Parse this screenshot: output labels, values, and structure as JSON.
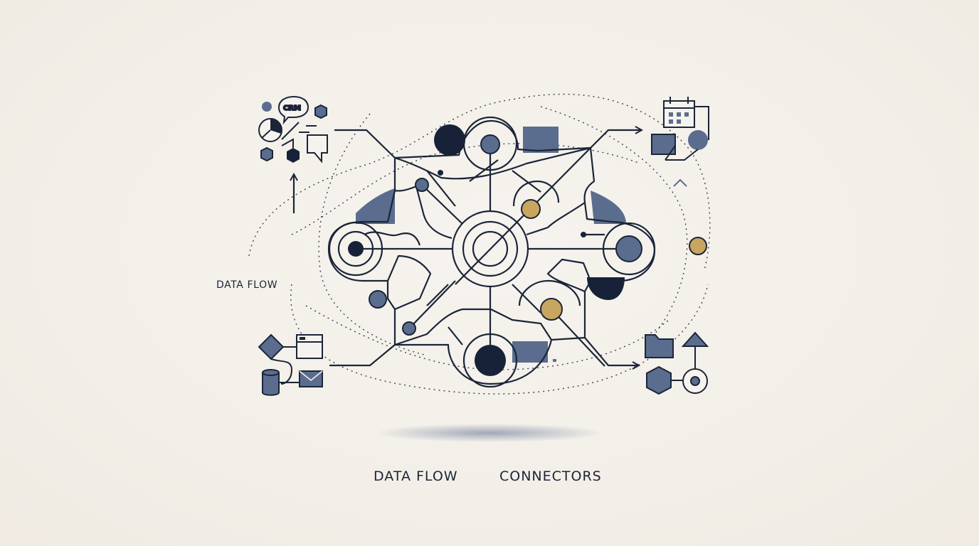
{
  "labels": {
    "side_label": "DATA FLOW",
    "bottom_left": "DATA FLOW",
    "bottom_right": "CONNECTORS",
    "crm_bubble": "CRM"
  },
  "colors": {
    "background": "#f3efe8",
    "ink": "#1b2538",
    "slate": "#5b6d8e",
    "gold": "#c9a65f",
    "navy": "#172238"
  },
  "icons": [
    "crm-chat-icon",
    "pie-chart-icon",
    "hexagon-icon",
    "speech-bubble-icon",
    "calendar-icon",
    "document-icon",
    "database-icon",
    "envelope-icon",
    "window-icon",
    "diamond-icon",
    "folder-icon",
    "triangle-icon",
    "target-icon"
  ]
}
